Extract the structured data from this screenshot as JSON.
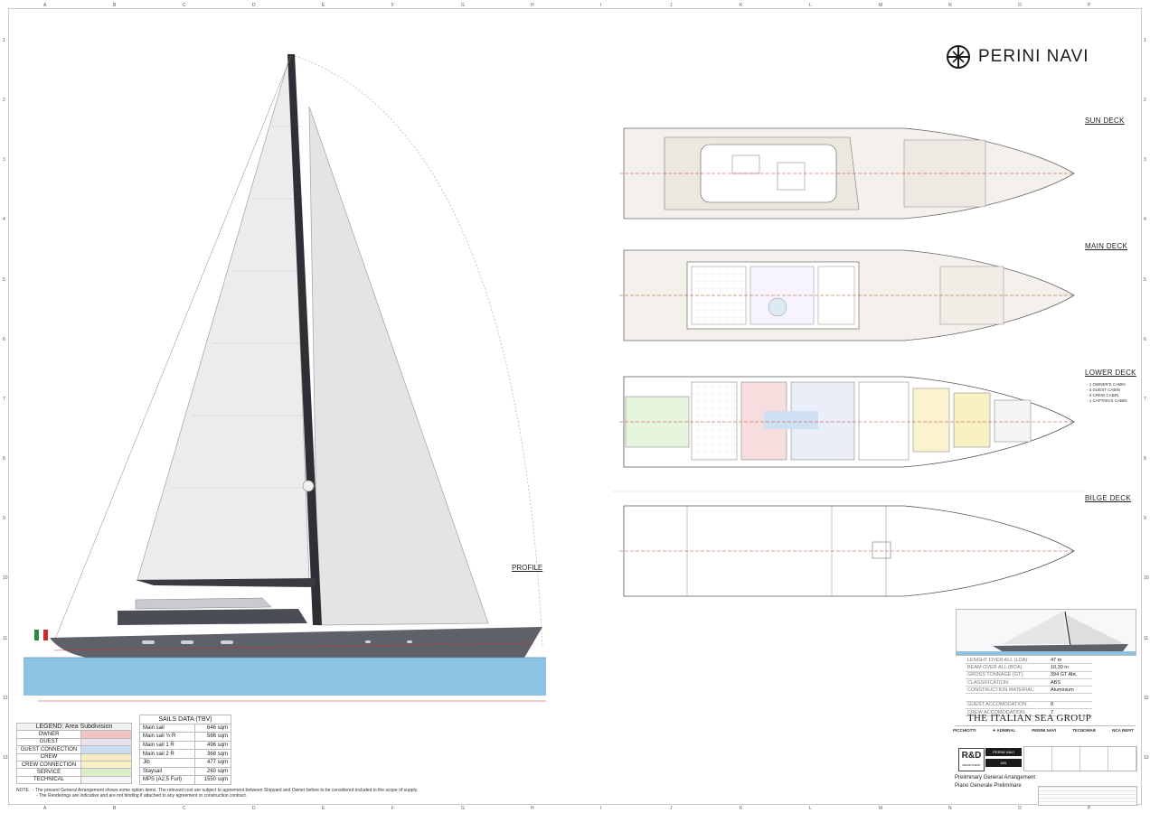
{
  "brand": {
    "logo_text": "PERINI NAVI"
  },
  "decks": {
    "sun": "SUN DECK",
    "main": "MAIN DECK",
    "lower": "LOWER DECK",
    "bilge": "BILGE DECK",
    "profile": "PROFILE"
  },
  "cabins": [
    "- 1 OWNER'S CABIN",
    "- 3 GUEST CABIN",
    "- 3 CREW CABIN",
    "- 1 CAPTAIN'S CABIN"
  ],
  "ruler": {
    "columns": [
      "A",
      "B",
      "C",
      "D",
      "E",
      "F",
      "G",
      "H",
      "I",
      "J",
      "K",
      "L",
      "M",
      "N",
      "O",
      "P"
    ],
    "rows": [
      "1",
      "2",
      "3",
      "4",
      "5",
      "6",
      "7",
      "8",
      "9",
      "10",
      "11",
      "12",
      "13"
    ]
  },
  "legend": {
    "title": "LEGEND: Area Subdivision",
    "items": [
      {
        "label": "OWNER",
        "color": "#f2c4c4"
      },
      {
        "label": "GUEST",
        "color": "#e8e2ef"
      },
      {
        "label": "GUEST CONNECTION",
        "color": "#c9dcf0"
      },
      {
        "label": "CREW",
        "color": "#f6ecc2"
      },
      {
        "label": "CREW CONNECTION",
        "color": "#f7f1c4"
      },
      {
        "label": "SERVICE",
        "color": "#d8efc8"
      },
      {
        "label": "TECHNICAL",
        "color": "#f5f5f5"
      }
    ]
  },
  "sails": {
    "title": "SAILS DATA (TBV)",
    "rows": [
      {
        "name": "Main sail",
        "value": "646 sqm"
      },
      {
        "name": "Main sail ½ R",
        "value": "566 sqm"
      },
      {
        "name": "Main sail 1 R",
        "value": "496 sqm"
      },
      {
        "name": "Main sail 2 R",
        "value": "368 sqm"
      },
      {
        "name": "Jib",
        "value": "477 sqm"
      },
      {
        "name": "Staysail",
        "value": "260 sqm"
      },
      {
        "name": "MPS (A2,5 Furl)",
        "value": "1550 sqm"
      }
    ]
  },
  "notes": {
    "line1": "NOTE : - The present General Arrangement shows some option items. The relevant cost are subject to agreement between Shipyard and Owner  before to be considered included in the scope of supply.",
    "line2": "- The Renderings are indicative and are not binding if attached to any agreement or construction contract."
  },
  "specs": [
    {
      "k": "LENGHT OVER ALL (LOA):",
      "v": "47 m"
    },
    {
      "k": "BEAM OVER ALL (BOA):",
      "v": "10,30 m"
    },
    {
      "k": "GROSS TONNAGE (GT):",
      "v": "394 GT Abt."
    },
    {
      "k": "CLASSIFICATION:",
      "v": "ABS"
    },
    {
      "k": "CONSTRUCTION MATERIAL:",
      "v": "Aluminium"
    },
    {
      "k": "",
      "v": ""
    },
    {
      "k": "GUEST ACCOMODATION:",
      "v": "8"
    },
    {
      "k": "CREW ACCOMODATION:",
      "v": "7"
    }
  ],
  "group": "THE ITALIAN SEA GROUP",
  "sublogos": [
    "PICCHIOTTI",
    "✦ ADMIRAL",
    "PERINI NAVI",
    "TECNOMAR",
    "NCA REFIT"
  ],
  "titleblock": {
    "rd": "R&D",
    "department": "DEPARTMENT",
    "brand_small": "PERINI NAVI",
    "project": "605",
    "title_en": "Preliminary General Arrangement",
    "title_it": "Piano Generale Preliminare"
  },
  "colors": {
    "hull": "#5f6168",
    "water": "#8ec2e2",
    "sail": "#e9e9e9",
    "mast": "#2f3035"
  }
}
